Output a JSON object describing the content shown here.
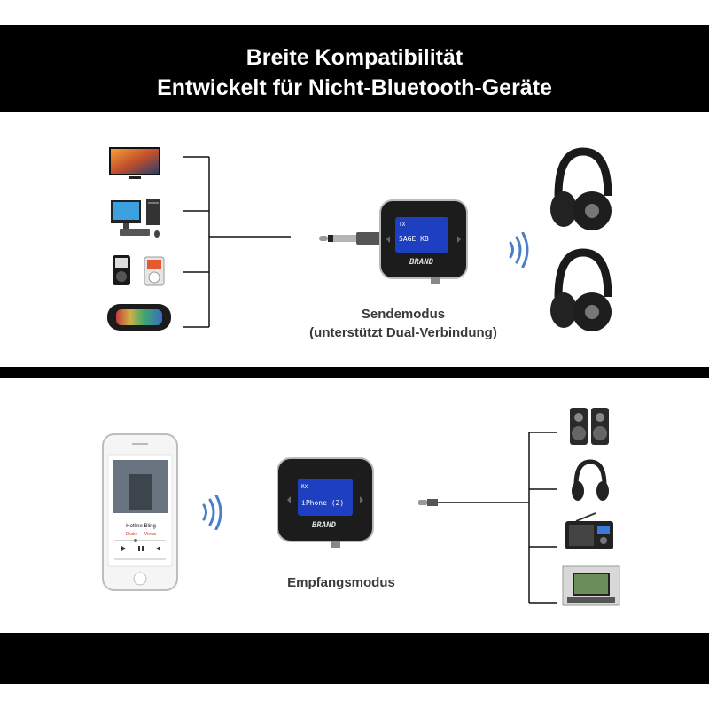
{
  "header": {
    "title_line1": "Breite Kompatibilität",
    "title_line2": "Entwickelt für Nicht-Bluetooth-Geräte"
  },
  "transmit": {
    "caption_line1": "Sendemodus",
    "caption_line2": "(unterstützt Dual-Verbindung)",
    "screen_mode": "TX",
    "screen_text": "SAGE KB",
    "device_logo": "BRAND",
    "source_devices": [
      "tv-icon",
      "desktop-computer-icon",
      "mp3-player-icon",
      "bluetooth-speaker-icon"
    ],
    "targets": [
      "headphones-icon",
      "headphones-icon"
    ]
  },
  "receive": {
    "caption": "Empfangsmodus",
    "screen_mode": "RX",
    "screen_text": "iPhone (2)",
    "device_logo": "BRAND",
    "phone_song_title": "Hotline Bling",
    "phone_song_artist": "Drake — Views",
    "output_devices": [
      "speakers-icon",
      "headphones-icon",
      "radio-icon",
      "tv-stand-icon"
    ]
  },
  "colors": {
    "band": "#000000",
    "screen": "#1e3fbf",
    "signal": "#4a7ec9"
  }
}
